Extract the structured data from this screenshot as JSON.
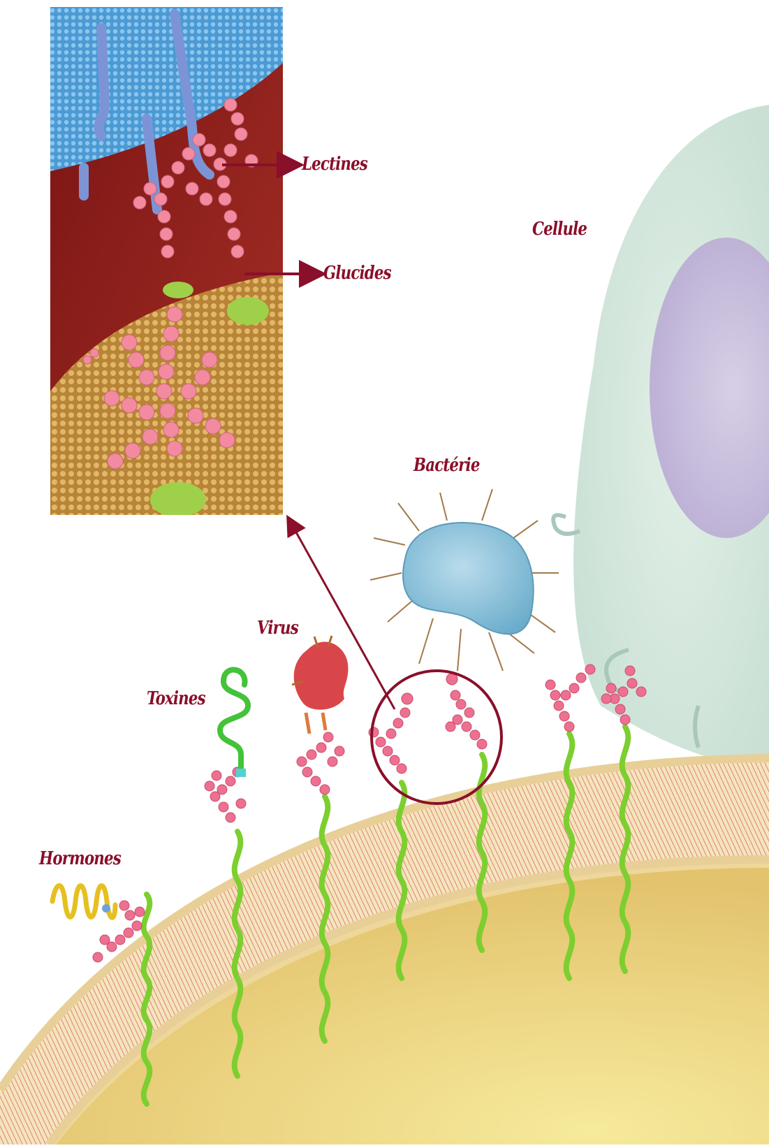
{
  "labels": {
    "lectines": "Lectines",
    "glucides": "Glucides",
    "cellule": "Cellule",
    "bacterie": "Bactérie",
    "virus": "Virus",
    "toxines": "Toxines",
    "hormones": "Hormones"
  },
  "colors": {
    "label": "#8a0f2a",
    "arrow": "#8a0f2a",
    "helix": "#7ccf2f",
    "sugar": "#ee7090",
    "membrane_outer": "#e6c98a",
    "cytoplasm": "#f0e08a",
    "cell": "#cfe6dc",
    "nucleus": "#c9b8de",
    "bacterium": "#86c3d8",
    "virus": "#d9464a",
    "toxin": "#44c23a",
    "hormone": "#e6c022"
  }
}
